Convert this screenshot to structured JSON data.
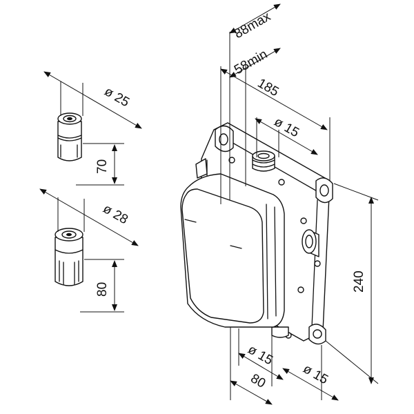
{
  "dimensions": {
    "depth_max": "88max",
    "depth_min": "58min",
    "width": "185",
    "inlet_top": "ø 15",
    "height": "240",
    "outlet_bottom": "ø 15",
    "depth_bottom": "80",
    "outlet_bottom_right": "ø 15"
  },
  "extension_25": {
    "diameter": "ø 25",
    "length": "70"
  },
  "extension_28": {
    "diameter": "ø 28",
    "length": "80"
  }
}
